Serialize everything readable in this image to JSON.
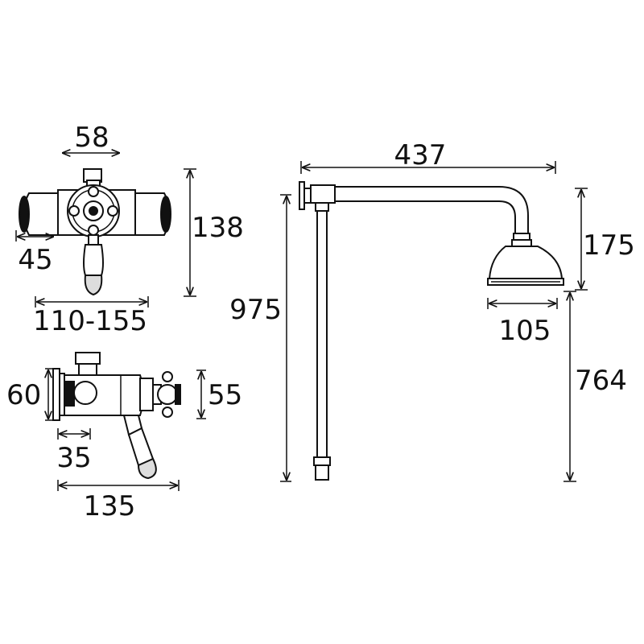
{
  "dimensions": {
    "front_knob_spacing": "58",
    "front_height": "138",
    "front_offset": "45",
    "front_width_range": "110-155",
    "side_height_body": "60",
    "side_height_knob": "55",
    "side_offset": "35",
    "side_depth": "135",
    "arm_projection": "437",
    "riser_height": "975",
    "head_drop": "175",
    "head_diameter": "105",
    "head_to_floor": "764"
  }
}
